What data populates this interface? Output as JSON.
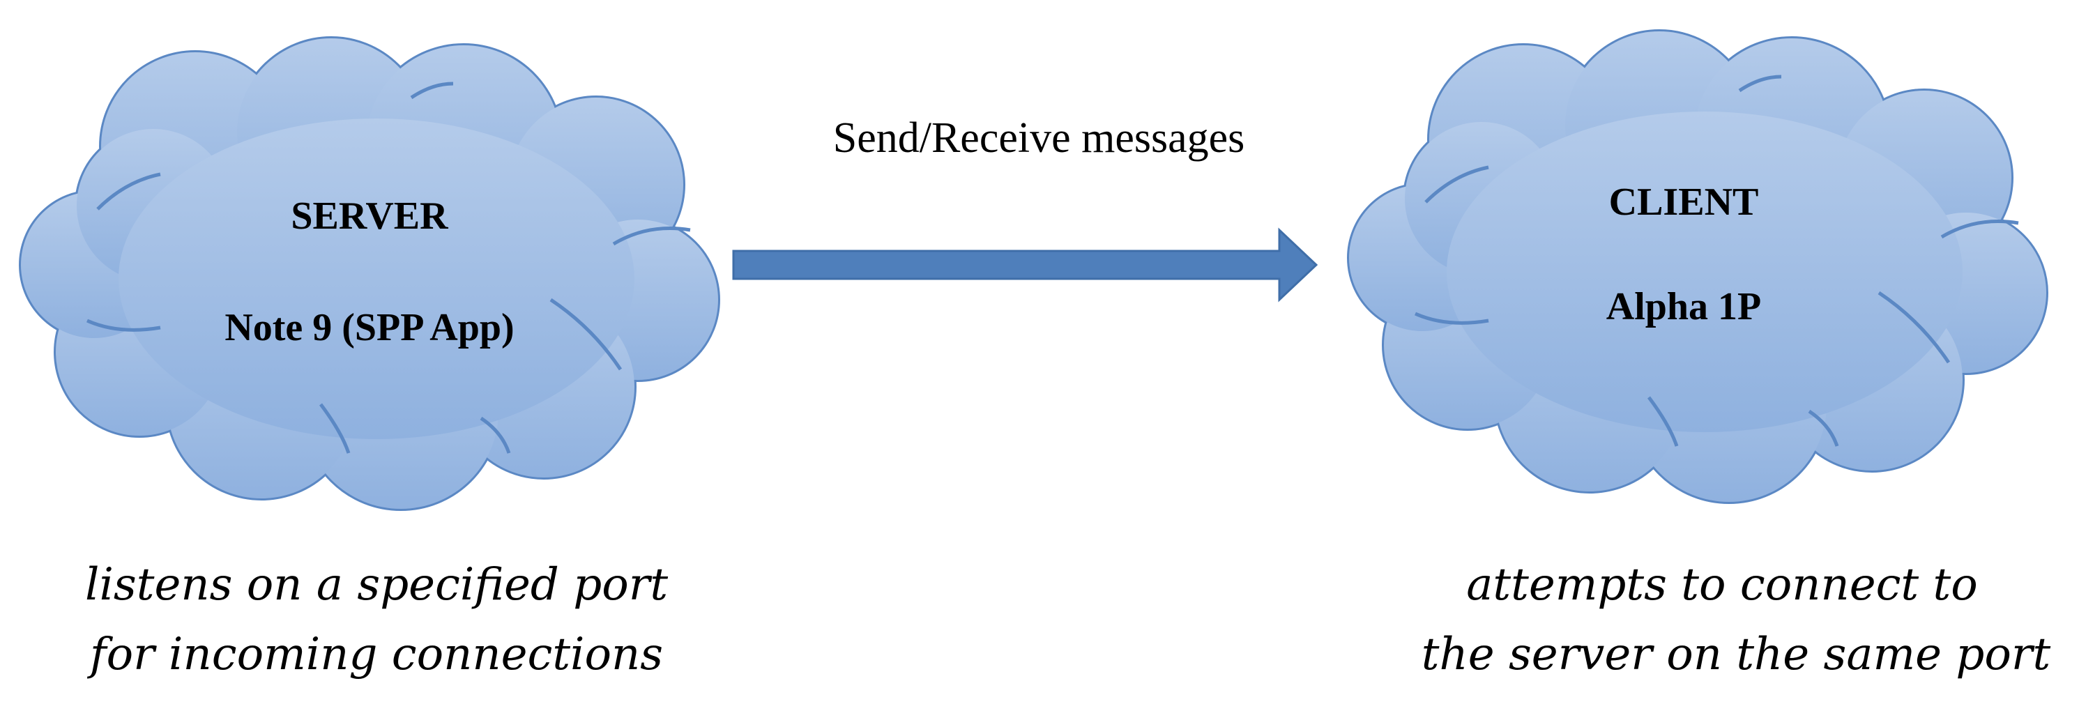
{
  "server": {
    "title": "SERVER",
    "subtitle": "Note 9 (SPP App)",
    "caption_line1": "listens on a specified port",
    "caption_line2": "for incoming connections"
  },
  "client": {
    "title": "CLIENT",
    "subtitle": "Alpha 1P",
    "caption_line1": "attempts to connect to",
    "caption_line2": "the server on the same port"
  },
  "connection": {
    "label": "Send/Receive messages",
    "direction": "server-to-client"
  },
  "colors": {
    "cloud_fill_top": "#b4cbea",
    "cloud_fill_bottom": "#8fb1df",
    "cloud_outline": "#5b88c4",
    "arrow_fill": "#4f7fbb",
    "arrow_outline": "#3f6ea8"
  }
}
